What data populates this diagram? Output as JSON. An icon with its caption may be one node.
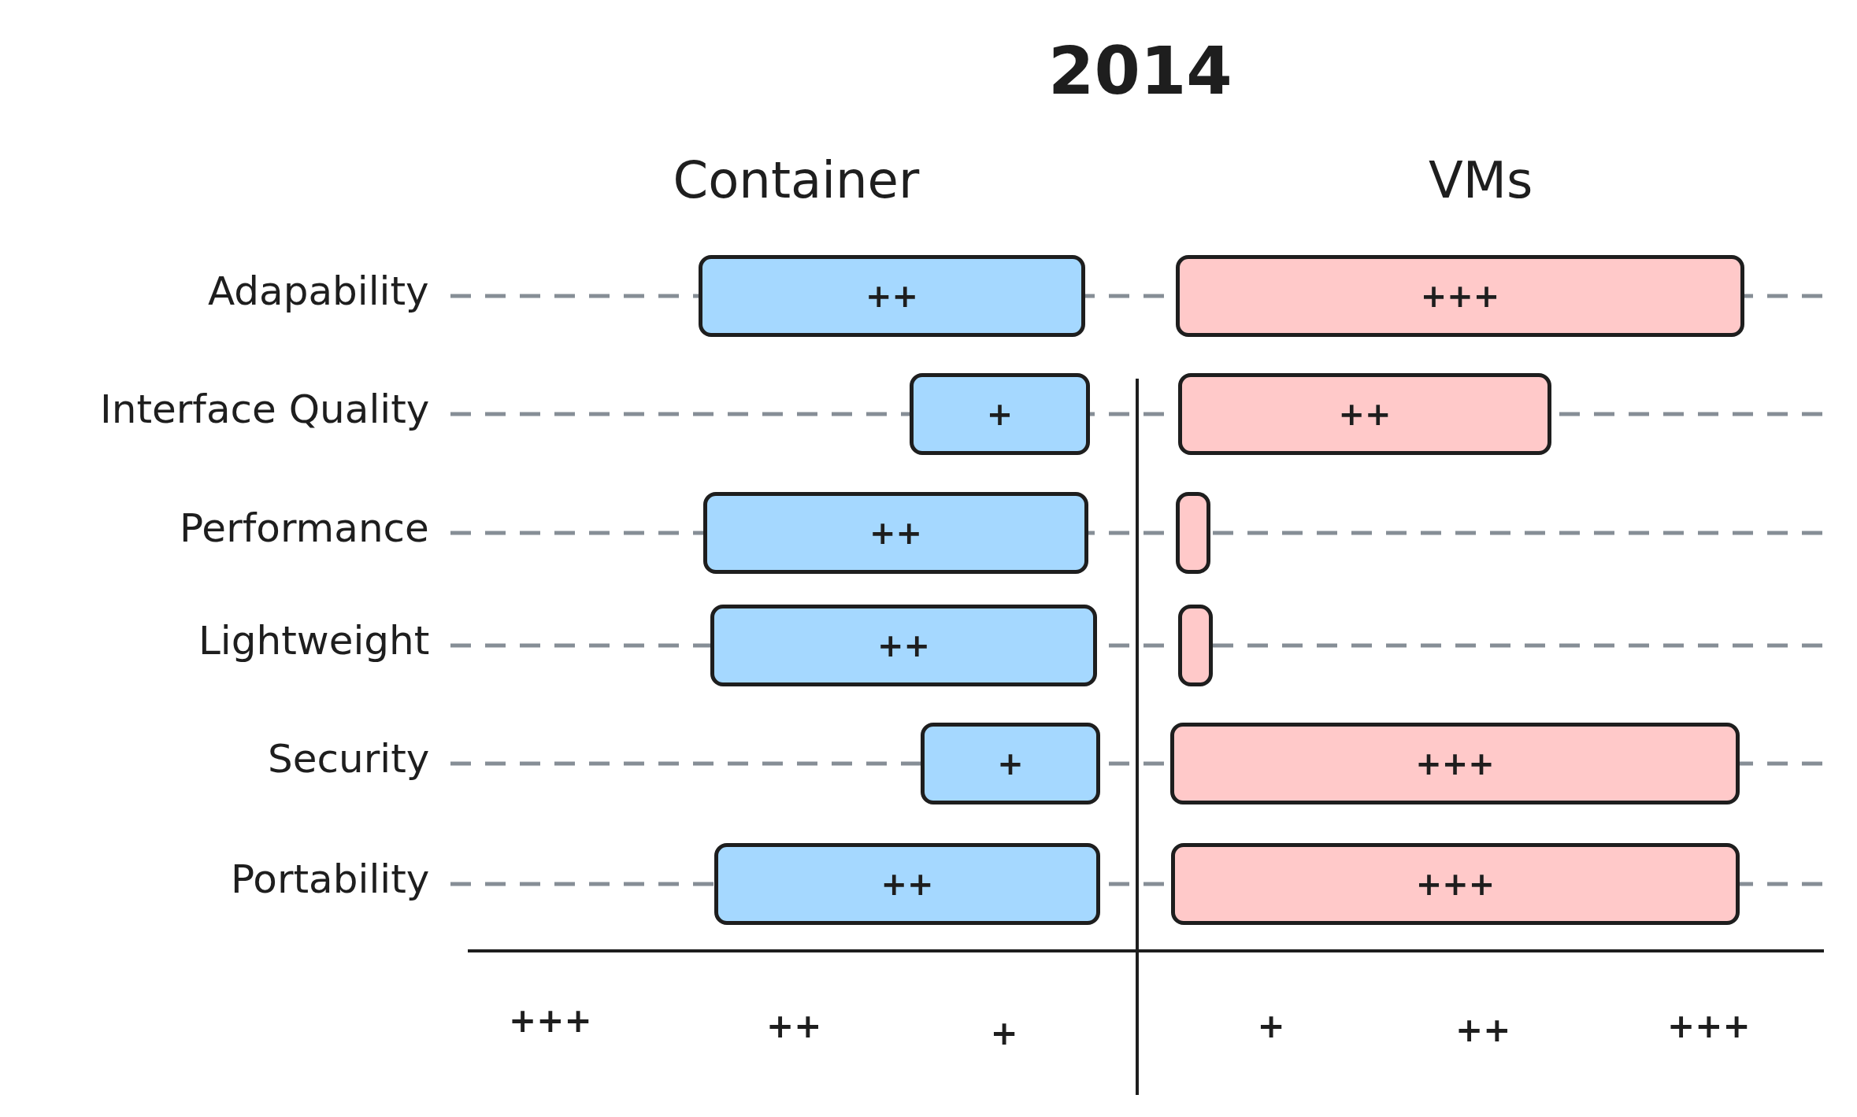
{
  "diagram": {
    "title": "2014",
    "nodes": [
      {
        "text": [
          "++"
        ]
      },
      {
        "text": [
          "+++"
        ]
      },
      {
        "text": [
          "+"
        ]
      },
      {
        "text": [
          "++"
        ]
      },
      {
        "text": [
          "++"
        ]
      },
      {
        "text": [],
        "shape": "bar"
      },
      {
        "text": [
          "++"
        ]
      },
      {
        "text": [],
        "shape": "bar"
      },
      {
        "text": [
          "+"
        ]
      },
      {
        "text": [
          "+++"
        ]
      },
      {
        "text": [
          "++"
        ]
      },
      {
        "text": [
          "+++"
        ]
      }
    ],
    "labels": [
      "Container",
      "VMs",
      "Adapability",
      "Interface Quality",
      "Performance",
      "Lightweight",
      "Security",
      "Portability",
      "+++",
      "++",
      "+",
      "+",
      "++",
      "+++"
    ]
  }
}
